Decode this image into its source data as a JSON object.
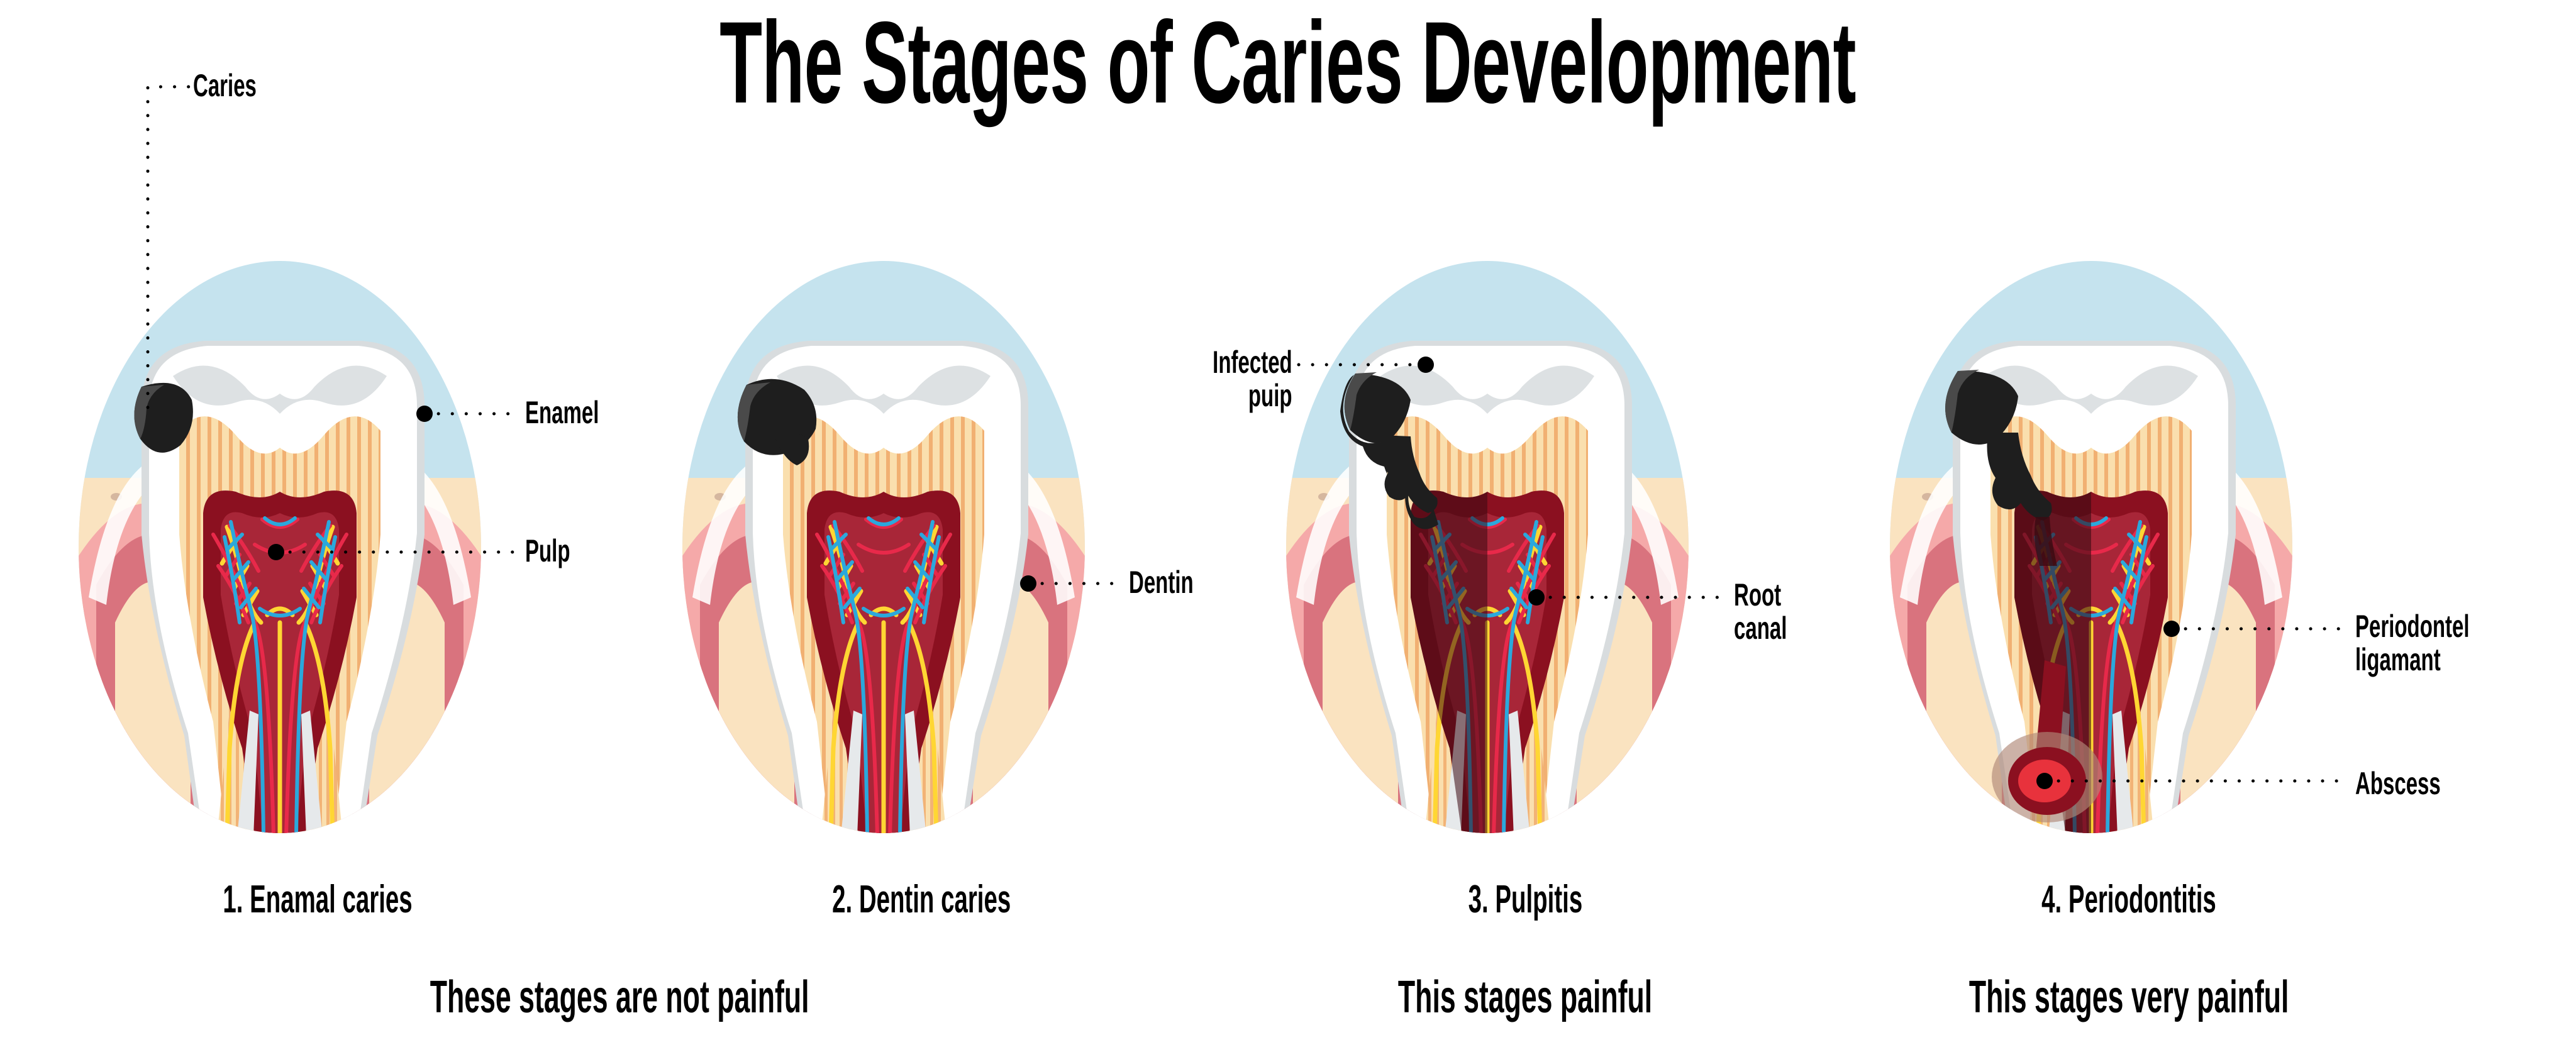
{
  "title": "The Stages of Caries Development",
  "palette": {
    "circle_bg": "#C5E3EE",
    "enamel": "#FFFFFF",
    "enamel_shadow": "#D8DCDE",
    "dentin": "#FADFAE",
    "dentin_stripe": "#F0A868",
    "pulp_outer": "#8B1020",
    "pulp_inner": "#A82638",
    "gum_light": "#F5A9A9",
    "gum_deep": "#D9737E",
    "bone": "#FAE3C0",
    "bone_speck": "#C9A894",
    "caries": "#1E1E1E",
    "caries_edge": "#4A4A4A",
    "nerve_yellow": "#FFD633",
    "artery_red": "#E8294A",
    "vein_blue": "#2BA8DC",
    "abscess": "#E8323C",
    "label_text": "#000000"
  },
  "stages": [
    {
      "number": "1",
      "caption": "1. Enamal caries",
      "caries_depth": "enamel",
      "labels": [
        {
          "name": "caries",
          "text": "Caries",
          "align": "left"
        },
        {
          "name": "enamel",
          "text": "Enamel",
          "align": "left"
        },
        {
          "name": "pulp",
          "text": "Pulp",
          "align": "left"
        }
      ]
    },
    {
      "number": "2",
      "caption": "2. Dentin caries",
      "caries_depth": "dentin",
      "labels": [
        {
          "name": "dentin",
          "text": "Dentin",
          "align": "left"
        }
      ]
    },
    {
      "number": "3",
      "caption": "3. Pulpitis",
      "caries_depth": "pulp",
      "labels": [
        {
          "name": "infected-pulp",
          "text_line1": "Infected",
          "text_line2": "puip",
          "align": "right"
        },
        {
          "name": "root-canal",
          "text_line1": "Root",
          "text_line2": "canal",
          "align": "left"
        }
      ]
    },
    {
      "number": "4",
      "caption": "4. Periodontitis",
      "caries_depth": "periapical",
      "labels": [
        {
          "name": "periodontal-ligament",
          "text_line1": "Periodontel",
          "text_line2": "ligamant",
          "align": "left"
        },
        {
          "name": "abscess",
          "text": "Abscess",
          "align": "left"
        }
      ]
    }
  ],
  "pain_captions": [
    {
      "name": "pain-stages-1-2",
      "text": "These stages are not painful"
    },
    {
      "name": "pain-stage-3",
      "text": "This stages painful"
    },
    {
      "name": "pain-stage-4",
      "text": "This stages very painful"
    }
  ]
}
